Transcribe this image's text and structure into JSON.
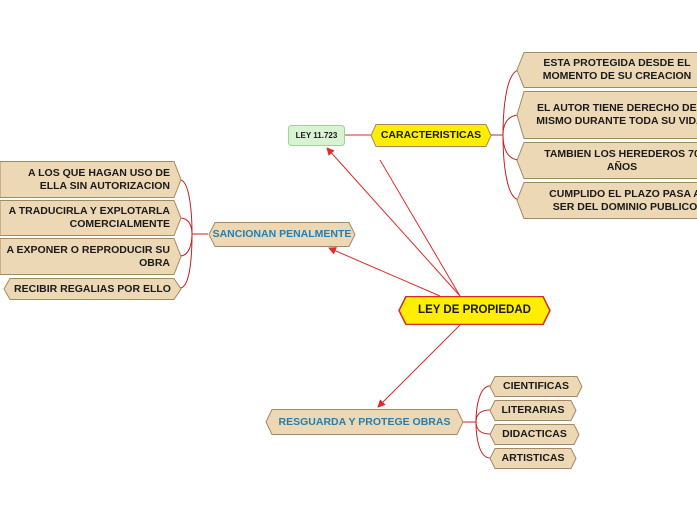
{
  "colors": {
    "central_fill": "#ffee00",
    "central_border": "#d42a2a",
    "tan_fill": "#ecd8b5",
    "tan_border": "#a48a63",
    "green_fill": "#d8f3d1",
    "green_border": "#9fd39a",
    "main_line": "#e02a2a",
    "branch_line": "#c42020",
    "blue_text": "#1f7fb6"
  },
  "central": {
    "label": "LEY DE PROPIEDAD"
  },
  "caracteristicas": {
    "label": "CARACTERISTICAS",
    "note": "LEY 11.723",
    "items": [
      "ESTA PROTEGIDA DESDE EL MOMENTO DE SU CREACION",
      "EL AUTOR TIENE DERECHO DEL MISMO DURANTE TODA SU VIDA",
      "TAMBIEN LOS HEREDEROS 70 AÑOS",
      "CUMPLIDO EL PLAZO PASA A SER DEL DOMINIO PUBLICO"
    ]
  },
  "sancionan": {
    "label": "SANCIONAN PENALMENTE",
    "items": [
      "A LOS QUE HAGAN USO DE ELLA SIN AUTORIZACION",
      "A TRADUCIRLA Y EXPLOTARLA COMERCIALMENTE",
      "A EXPONER O REPRODUCIR SU OBRA",
      "RECIBIR REGALIAS POR ELLO"
    ]
  },
  "resguarda": {
    "label": "RESGUARDA Y PROTEGE OBRAS",
    "items": [
      "CIENTIFICAS",
      "LITERARIAS",
      "DIDACTICAS",
      "ARTISTICAS"
    ]
  }
}
